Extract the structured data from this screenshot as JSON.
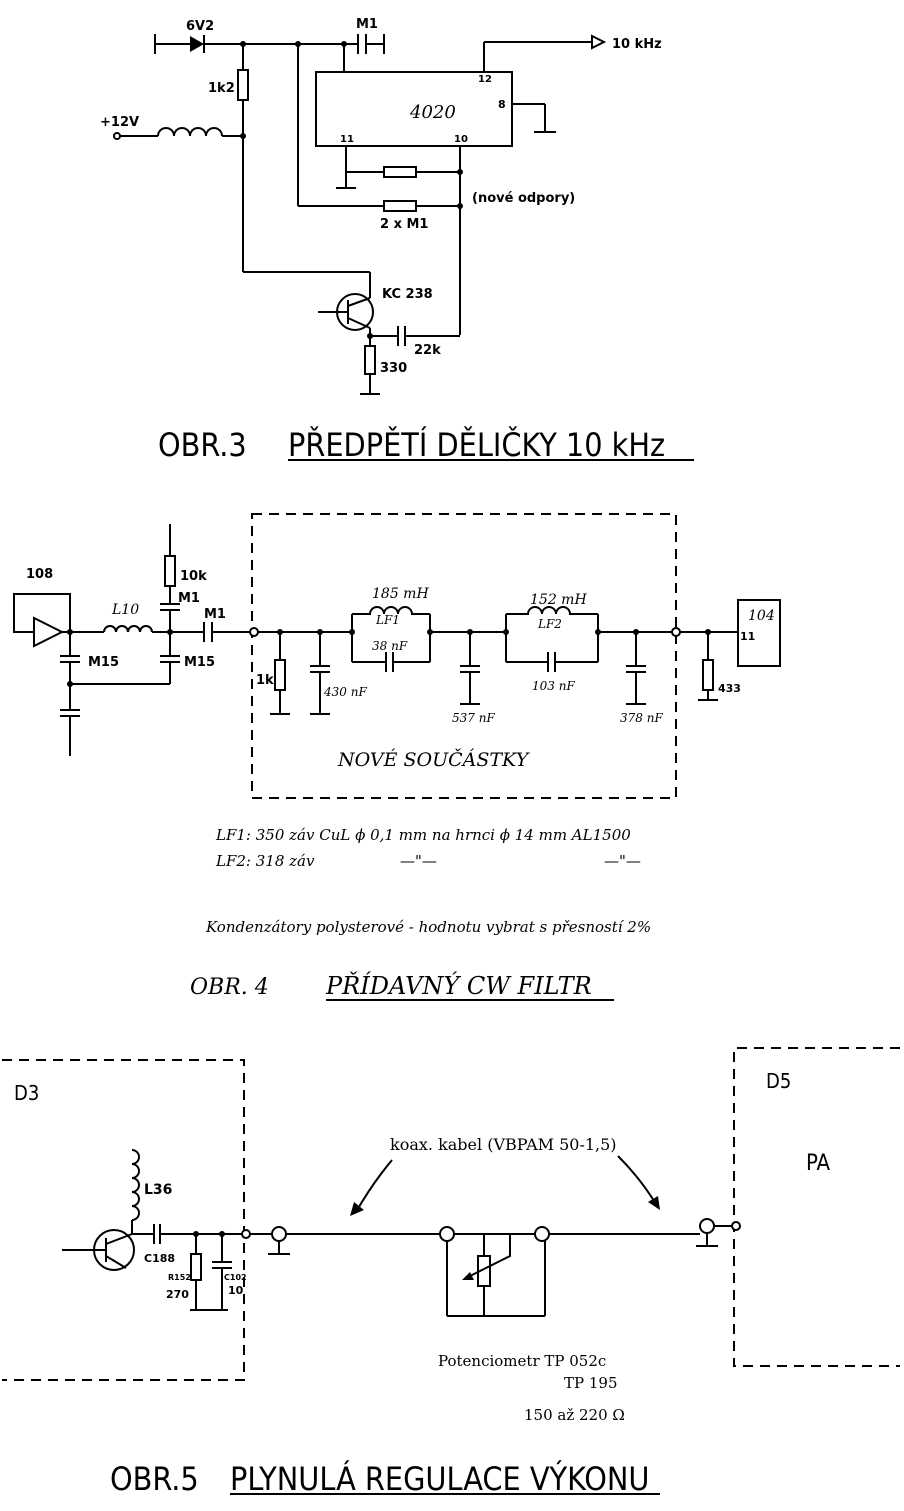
{
  "fig3": {
    "zener": "6V2",
    "cap_top": "M1",
    "out_label": "10 kHz",
    "r_bias": "1k2",
    "supply": "+12V",
    "ic_name": "4020",
    "pin12": "12",
    "pin8": "8",
    "pin11": "11",
    "pin10": "10",
    "new_resistors": "(nové odpory)",
    "resistors": "2 x M1",
    "transistor": "KC 238",
    "cap_coupling": "22k",
    "r_emitter": "330",
    "title_num": "OBR.3",
    "title": "PŘEDPĚTÍ DĚLIČKY 10 kHz"
  },
  "fig4": {
    "ic108": "108",
    "l10": "L10",
    "r10k": "10k",
    "m1a": "M1",
    "m1b": "M1",
    "m15a": "M15",
    "m15b": "M15",
    "lf1_value": "185 mH",
    "lf1": "LF1",
    "c38": "38 nF",
    "lf2_value": "152 mH",
    "lf2": "LF2",
    "c103": "103 nF",
    "r1k": "1k",
    "c430": "430 nF",
    "c537": "537 nF",
    "c378": "378 nF",
    "ic104": "104",
    "pin11": "11",
    "r433": "433",
    "box_label": "NOVÉ SOUČÁSTKY",
    "note_lf1": "LF1:  350 záv  CuL ϕ 0,1 mm  na  hrnci  ϕ 14 mm  AL1500",
    "note_lf2_a": "LF2:  318  záv",
    "note_lf2_b": "—\"—",
    "note_lf2_c": "—\"—",
    "note_caps": "Kondenzátory polysterové - hodnotu vybrat s přesností  2%",
    "title_num": "OBR. 4",
    "title": "PŘÍDAVNÝ  CW FILTR"
  },
  "fig5": {
    "d3": "D3",
    "d5": "D5",
    "pa": "PA",
    "l36": "L36",
    "c188": "C188",
    "r152": "R152",
    "r270": "270",
    "c102": "C102",
    "c10": "10",
    "coax": "koax. kabel (VBPAM 50-1,5)",
    "pot1": "Potenciometr  TP 052c",
    "pot2": "TP 195",
    "pot3": "150 až 220 Ω",
    "title_num": "OBR.5",
    "title": "PLYNULÁ REGULACE VÝKONU"
  }
}
